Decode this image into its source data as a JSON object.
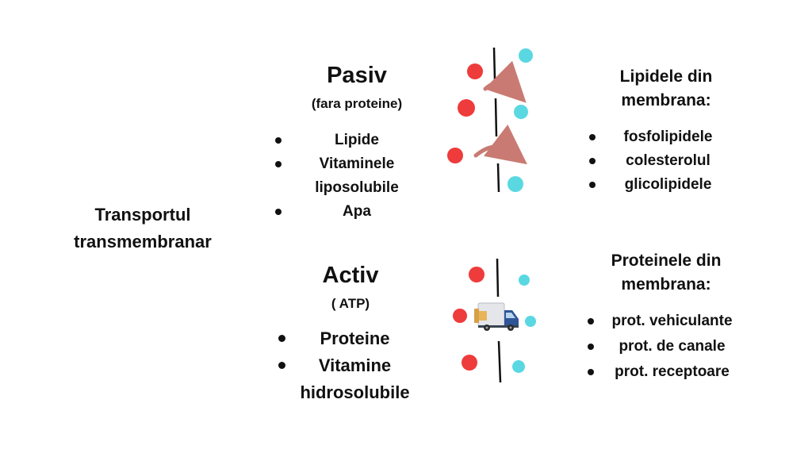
{
  "title": "Transportul transmembranar",
  "pasiv": {
    "heading": "Pasiv",
    "subheading": "(fara proteine)",
    "items": [
      "Lipide",
      "Vitaminele liposolubile",
      "Apa"
    ]
  },
  "activ": {
    "heading": "Activ",
    "subheading": "( ATP)",
    "items": [
      "Proteine",
      "Vitamine hidrosolubile"
    ]
  },
  "lipide": {
    "heading": "Lipidele din membrana:",
    "items": [
      "fosfolipidele",
      "colesterolul",
      "glicolipidele"
    ]
  },
  "proteine": {
    "heading": "Proteinele din membrana:",
    "items": [
      "prot. vehiculante",
      "prot. de canale",
      "prot. receptoare"
    ]
  },
  "colors": {
    "red_particle": "#ee3b3b",
    "cyan_particle": "#5ad8e2",
    "arrow": "#c97a72",
    "membrane": "#111111",
    "truck_body": "#2f5597"
  },
  "icons": [
    "arrow-curved-icon",
    "delivery-truck-icon"
  ]
}
